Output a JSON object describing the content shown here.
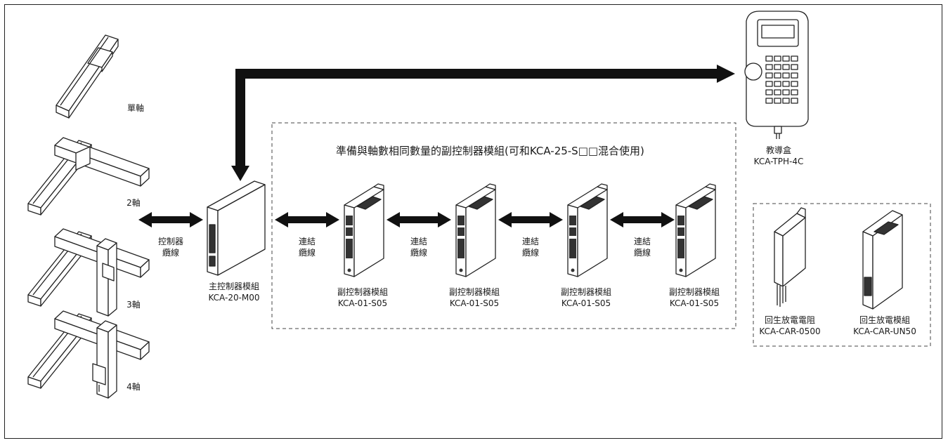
{
  "diagram": {
    "axes": [
      {
        "label": "單軸"
      },
      {
        "label": "2軸"
      },
      {
        "label": "3軸"
      },
      {
        "label": "4軸"
      }
    ],
    "controller_cable": {
      "line1": "控制器",
      "line2": "纜線"
    },
    "main_controller": {
      "name": "主控制器模組",
      "model": "KCA-20-M00"
    },
    "slave_group_title": "準備與軸數相同數量的副控制器模組(可和KCA-25-S□□混合使用)",
    "link_cables": [
      {
        "line1": "連結",
        "line2": "纜線"
      },
      {
        "line1": "連結",
        "line2": "纜線"
      },
      {
        "line1": "連結",
        "line2": "纜線"
      },
      {
        "line1": "連結",
        "line2": "纜線"
      }
    ],
    "slave_modules": [
      {
        "name": "副控制器模組",
        "model": "KCA-01-S05"
      },
      {
        "name": "副控制器模組",
        "model": "KCA-01-S05"
      },
      {
        "name": "副控制器模組",
        "model": "KCA-01-S05"
      },
      {
        "name": "副控制器模組",
        "model": "KCA-01-S05"
      }
    ],
    "teach_pendant": {
      "name": "教導盒",
      "model": "KCA-TPH-4C"
    },
    "regen_resistor": {
      "name": "回生放電電阻",
      "model": "KCA-CAR-0500"
    },
    "regen_module": {
      "name": "回生放電模組",
      "model": "KCA-CAR-UN50"
    }
  }
}
